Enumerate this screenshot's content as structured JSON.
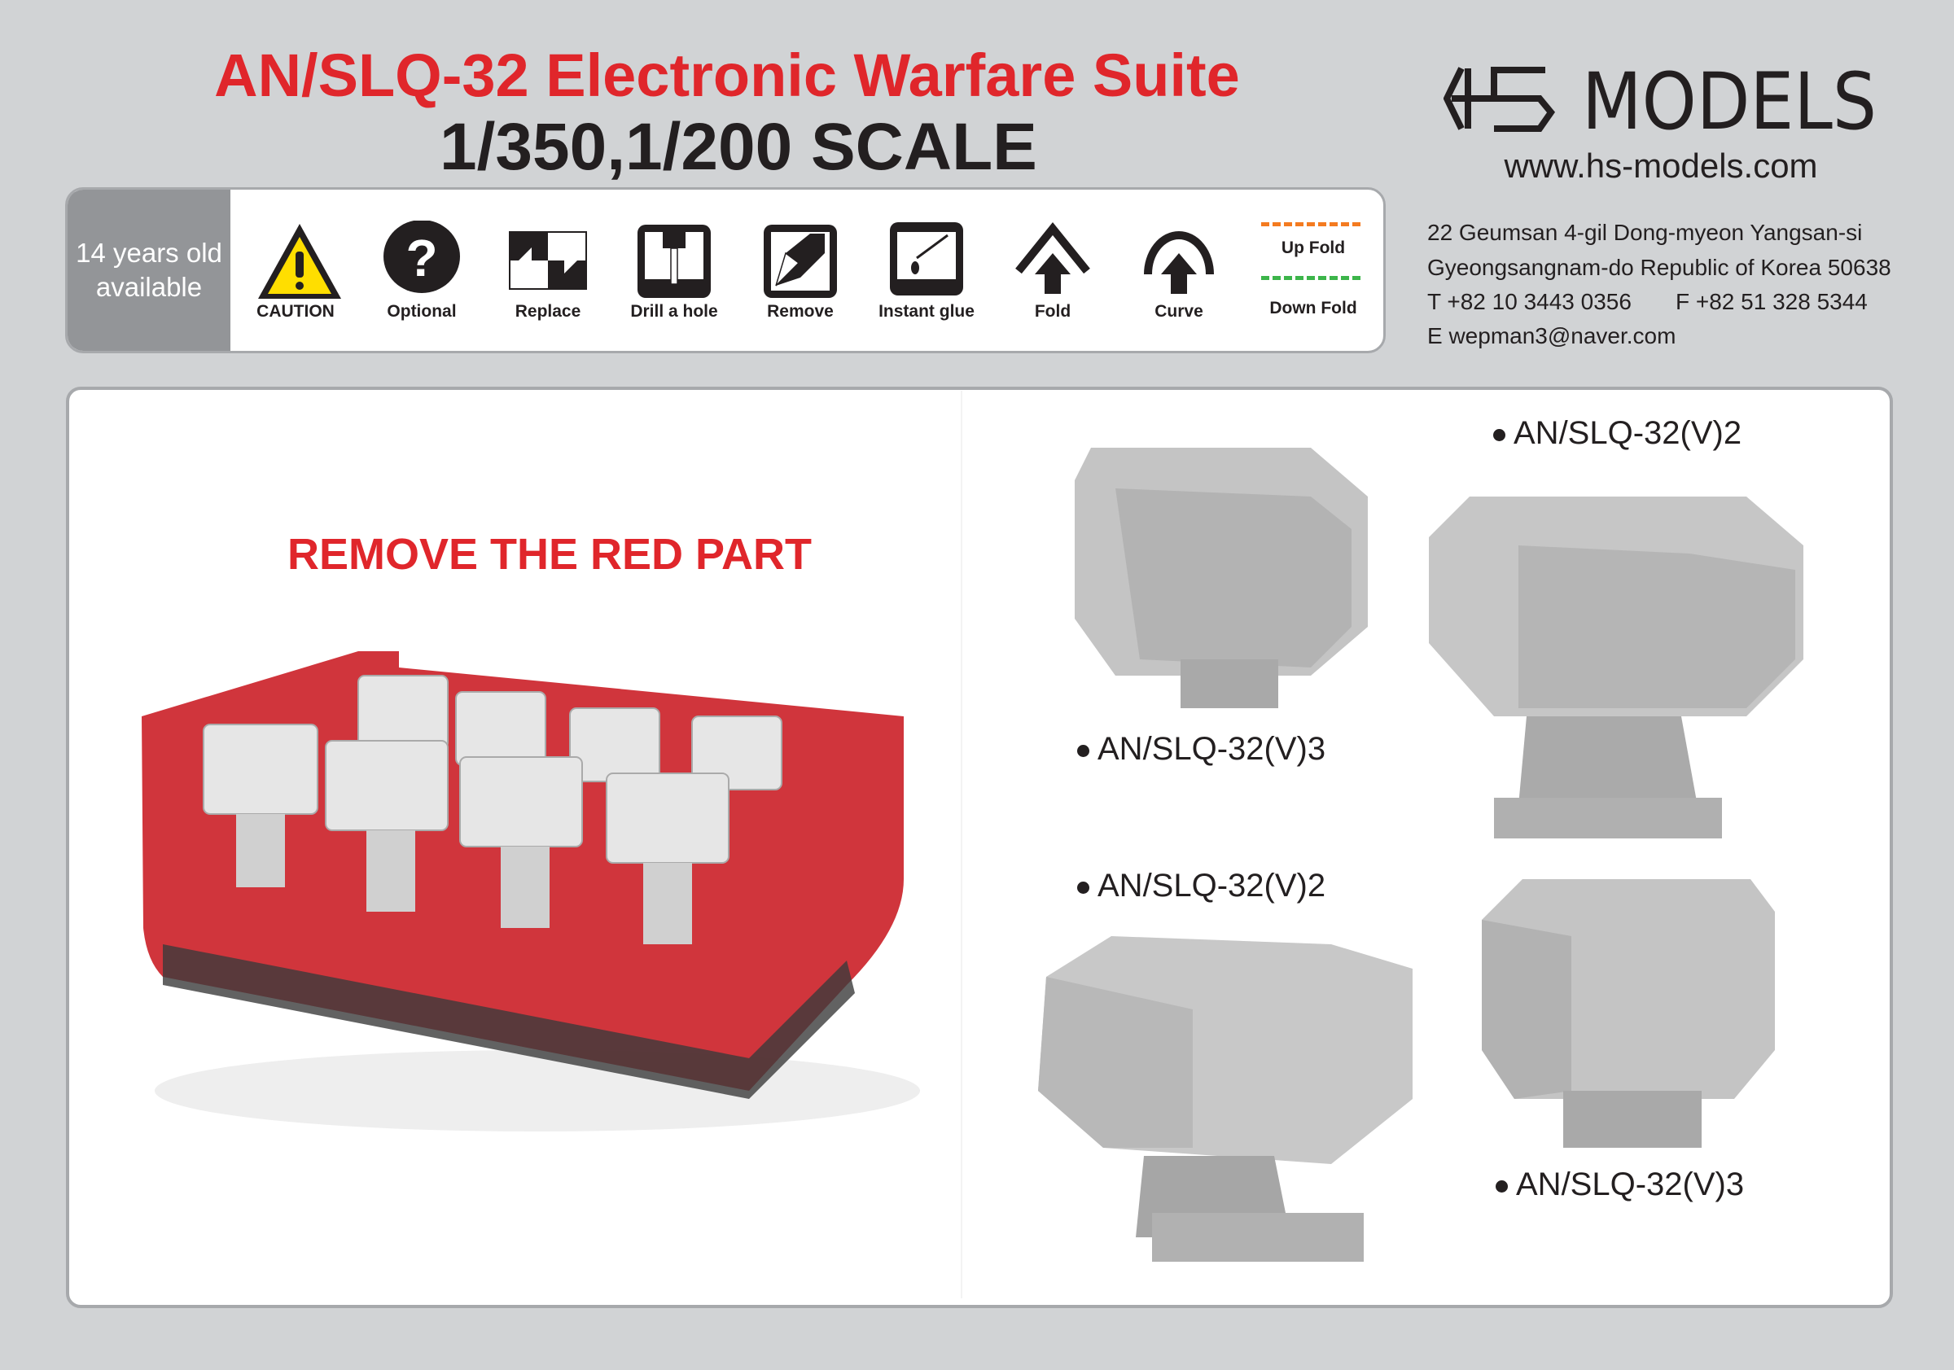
{
  "header": {
    "title": "AN/SLQ-32 Electronic Warfare Suite",
    "subtitle": "1/350,1/200 SCALE"
  },
  "icon_bar": {
    "age_line1": "14 years old",
    "age_line2": "available",
    "items": [
      {
        "label": "CAUTION",
        "icon": "caution-icon"
      },
      {
        "label": "Optional",
        "icon": "question-icon"
      },
      {
        "label": "Replace",
        "icon": "replace-icon"
      },
      {
        "label": "Drill a hole",
        "icon": "drill-icon"
      },
      {
        "label": "Remove",
        "icon": "knife-icon"
      },
      {
        "label": "Instant glue",
        "icon": "glue-icon"
      },
      {
        "label": "Fold",
        "icon": "fold-arrow-icon"
      },
      {
        "label": "Curve",
        "icon": "curve-arrow-icon"
      }
    ],
    "up_fold": "Up Fold",
    "down_fold": "Down Fold",
    "colors": {
      "up_fold": "#f47b20",
      "down_fold": "#3cb54a",
      "caution": "#ffde00"
    }
  },
  "brand": {
    "logo_text": "HS MODELS",
    "url": "www.hs-models.com",
    "address_line1": "22 Geumsan 4-gil Dong-myeon Yangsan-si",
    "address_line2": "Gyeongsangnam-do Republic of Korea 50638",
    "phone": "T  +82 10 3443 0356",
    "fax": "F  +82 51 328 5344",
    "email": "E  wepman3@naver.com"
  },
  "main": {
    "instruction": "REMOVE THE RED PART",
    "labels": {
      "top_right": "AN/SLQ-32(V)2",
      "top_left": "AN/SLQ-32(V)3",
      "bottom_left": "AN/SLQ-32(V)2",
      "bottom_right": "AN/SLQ-32(V)3"
    },
    "accent_color": "#e0262b"
  }
}
